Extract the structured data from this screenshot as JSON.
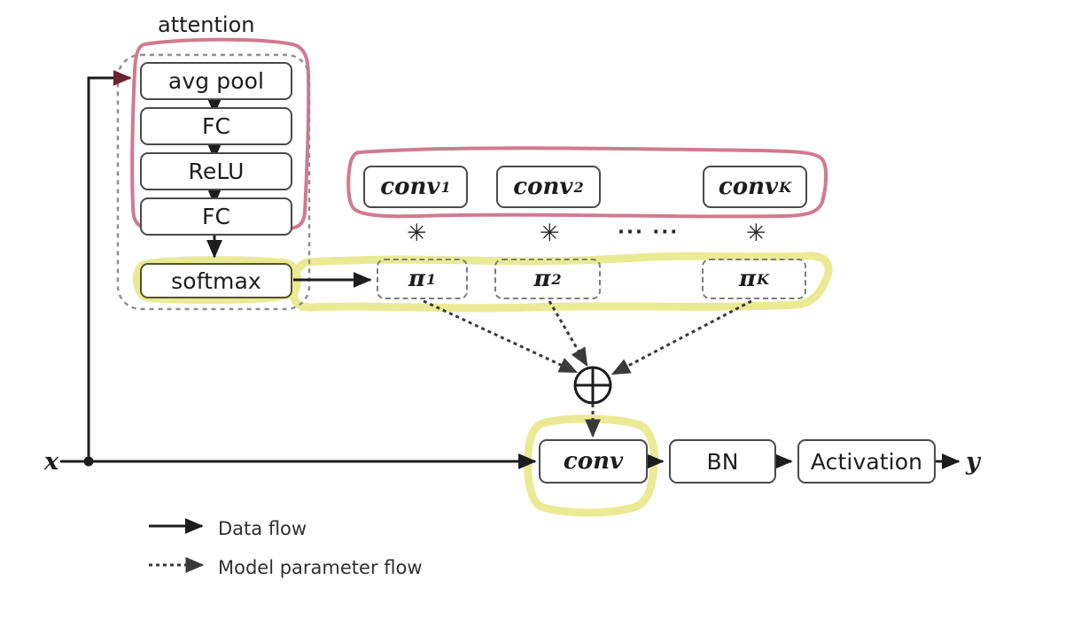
{
  "diagram": {
    "title_label": "attention",
    "input_label": "x",
    "output_label": "y"
  },
  "attention_branch": {
    "container_name": "attention-group",
    "nodes": [
      {
        "id": "avg-pool",
        "label": "avg pool"
      },
      {
        "id": "fc-1",
        "label": "FC"
      },
      {
        "id": "relu",
        "label": "ReLU"
      },
      {
        "id": "fc-2",
        "label": "FC"
      },
      {
        "id": "softmax",
        "label": "softmax"
      }
    ]
  },
  "kernels": {
    "items": [
      {
        "id": "conv-1",
        "base": "conv",
        "sub": "1"
      },
      {
        "id": "conv-2",
        "base": "conv",
        "sub": "2"
      },
      {
        "id": "conv-k",
        "base": "conv",
        "sub": "K"
      }
    ],
    "ellipsis": "··· ···",
    "multiply_symbol": "✳"
  },
  "weights": {
    "items": [
      {
        "id": "pi-1",
        "base": "π",
        "sub": "1"
      },
      {
        "id": "pi-2",
        "base": "π",
        "sub": "2"
      },
      {
        "id": "pi-k",
        "base": "π",
        "sub": "K"
      }
    ]
  },
  "aggregate": {
    "operator": "⊕",
    "operator_name": "sum-operator"
  },
  "main_path": {
    "nodes": [
      {
        "id": "conv",
        "label": "conv",
        "style": "mathy"
      },
      {
        "id": "bn",
        "label": "BN",
        "style": "plain"
      },
      {
        "id": "activation",
        "label": "Activation",
        "style": "plain"
      }
    ]
  },
  "legend": {
    "items": [
      {
        "id": "data-flow",
        "label": "Data flow",
        "line": "solid"
      },
      {
        "id": "param-flow",
        "label": "Model parameter flow",
        "line": "dotted"
      }
    ]
  },
  "colors": {
    "node_border": "#4a4a4a",
    "dashed_border": "#7d7d7d",
    "highlight_pink": "#cc6f87",
    "highlight_yellow": "#e9e98f",
    "arrow": "#1d1d1d",
    "background": "#ffffff"
  }
}
